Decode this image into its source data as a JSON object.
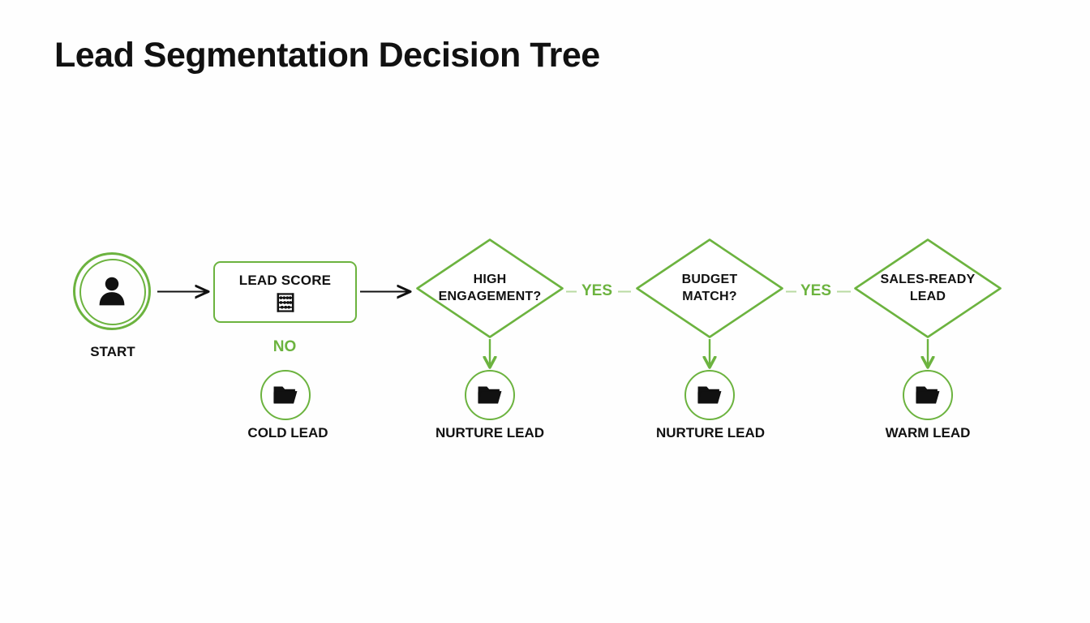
{
  "page": {
    "title": "Lead Segmentation Decision Tree",
    "background_color": "#fefefe",
    "accent_color": "#6cb33f",
    "text_color": "#111111"
  },
  "diagram": {
    "type": "decision-tree-flowchart",
    "nodes": {
      "start": {
        "label": "START",
        "icon": "person-icon",
        "shape": "double-circle"
      },
      "lead_score": {
        "label": "LEAD SCORE",
        "icon": "abacus-icon",
        "shape": "rounded-rectangle"
      },
      "high_engagement": {
        "label": "HIGH\nENGAGEMENT?",
        "shape": "diamond"
      },
      "budget_match": {
        "label": "BUDGET\nMATCH?",
        "shape": "diamond"
      },
      "sales_ready": {
        "label": "SALES-READY\nLEAD",
        "shape": "diamond"
      },
      "cold_lead": {
        "label": "COLD LEAD",
        "icon": "folder-icon",
        "shape": "circle"
      },
      "nurture_lead_1": {
        "label": "NURTURE LEAD",
        "icon": "folder-icon",
        "shape": "circle"
      },
      "nurture_lead_2": {
        "label": "NURTURE LEAD",
        "icon": "folder-icon",
        "shape": "circle"
      },
      "warm_lead": {
        "label": "WARM LEAD",
        "icon": "folder-icon",
        "shape": "circle"
      }
    },
    "branch_labels": {
      "no_cold": "NO",
      "yes_budget": "YES",
      "yes_sales": "YES"
    },
    "edges": [
      {
        "from": "start",
        "to": "lead_score",
        "label": "",
        "style": "black-arrow"
      },
      {
        "from": "lead_score",
        "to": "high_engagement",
        "label": "",
        "style": "black-arrow"
      },
      {
        "from": "lead_score",
        "to": "cold_lead",
        "label": "NO",
        "style": "green-implicit"
      },
      {
        "from": "high_engagement",
        "to": "nurture_lead_1",
        "label": "",
        "style": "green-arrow"
      },
      {
        "from": "high_engagement",
        "to": "budget_match",
        "label": "YES",
        "style": "green-link"
      },
      {
        "from": "budget_match",
        "to": "nurture_lead_2",
        "label": "",
        "style": "green-arrow"
      },
      {
        "from": "budget_match",
        "to": "sales_ready",
        "label": "YES",
        "style": "green-link"
      },
      {
        "from": "sales_ready",
        "to": "warm_lead",
        "label": "",
        "style": "green-arrow"
      }
    ]
  }
}
